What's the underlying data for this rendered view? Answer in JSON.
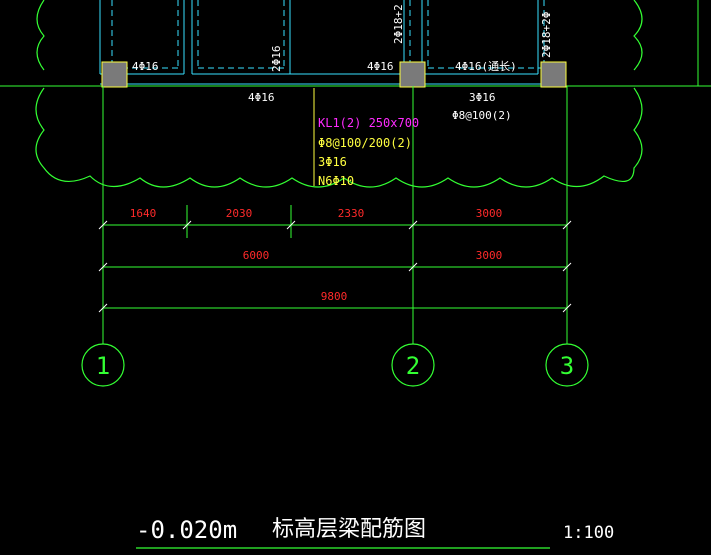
{
  "colors": {
    "background": "#000000",
    "axis_line": "#33ff33",
    "beam_line": "#38e0ff",
    "dimension_text": "#ff2a2a",
    "beam_tag": "#ff2bff",
    "beam_spec": "#ffff40",
    "rebar_text": "#ffffff",
    "column": "#7a7a7a"
  },
  "rebar_labels": {
    "top_left": "4Φ16",
    "top_mid_vertical": "2Φ16",
    "top_mid": "4Φ16",
    "top_right": "4Φ16(通长)",
    "bottom_left": "4Φ16",
    "bottom_right_bars": "3Φ16",
    "bottom_right_stirrup": "Φ8@100(2)",
    "upper_vertical_1": "2Φ18+2",
    "upper_vertical_2": "2Φ18+2Φ"
  },
  "beam_annotation": {
    "tag": "KL1(2) 250x700",
    "stirrups": "Φ8@100/200(2)",
    "bars": "3Φ16",
    "side_bars": "N6Φ10"
  },
  "dimensions": {
    "row1": [
      "1640",
      "2030",
      "2330",
      "3000"
    ],
    "row2": [
      "6000",
      "3000"
    ],
    "row3": [
      "9800"
    ]
  },
  "axes": [
    "1",
    "2",
    "3"
  ],
  "title": {
    "elevation": "-0.020m",
    "name": "标高层梁配筋图",
    "scale": "1:100"
  }
}
